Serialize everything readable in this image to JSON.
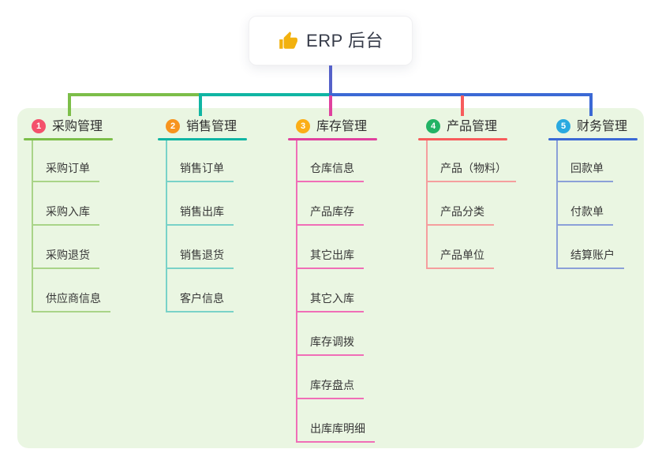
{
  "root": {
    "title": "ERP 后台",
    "icon": "thumbs-up-icon"
  },
  "colors": {
    "page_bg": "#ffffff",
    "panel_bg": "#eaf6e2",
    "root_line": "#5561c9",
    "thumb_icon": "#f2b10e",
    "text": "#333333"
  },
  "branches": [
    {
      "index": "1",
      "title": "采购管理",
      "badge_color": "#f4516c",
      "line_color": "#7cbe49",
      "sub_line_color": "#a9d488",
      "items": [
        "采购订单",
        "采购入库",
        "采购退货",
        "供应商信息"
      ]
    },
    {
      "index": "2",
      "title": "销售管理",
      "badge_color": "#f7941e",
      "line_color": "#10b5a3",
      "sub_line_color": "#79d2c8",
      "items": [
        "销售订单",
        "销售出库",
        "销售退货",
        "客户信息"
      ]
    },
    {
      "index": "3",
      "title": "库存管理",
      "badge_color": "#fbae17",
      "line_color": "#e0419e",
      "sub_line_color": "#f06eb7",
      "items": [
        "仓库信息",
        "产品库存",
        "其它出库",
        "其它入库",
        "库存调拨",
        "库存盘点",
        "出库库明细"
      ]
    },
    {
      "index": "4",
      "title": "产品管理",
      "badge_color": "#22b365",
      "line_color": "#f75c5c",
      "sub_line_color": "#f59e9e",
      "items": [
        "产品（物料）",
        "产品分类",
        "产品单位"
      ]
    },
    {
      "index": "5",
      "title": "财务管理",
      "badge_color": "#2aa9e0",
      "line_color": "#3b69d5",
      "sub_line_color": "#8ba0d8",
      "items": [
        "回款单",
        "付款单",
        "结算账户"
      ]
    }
  ]
}
